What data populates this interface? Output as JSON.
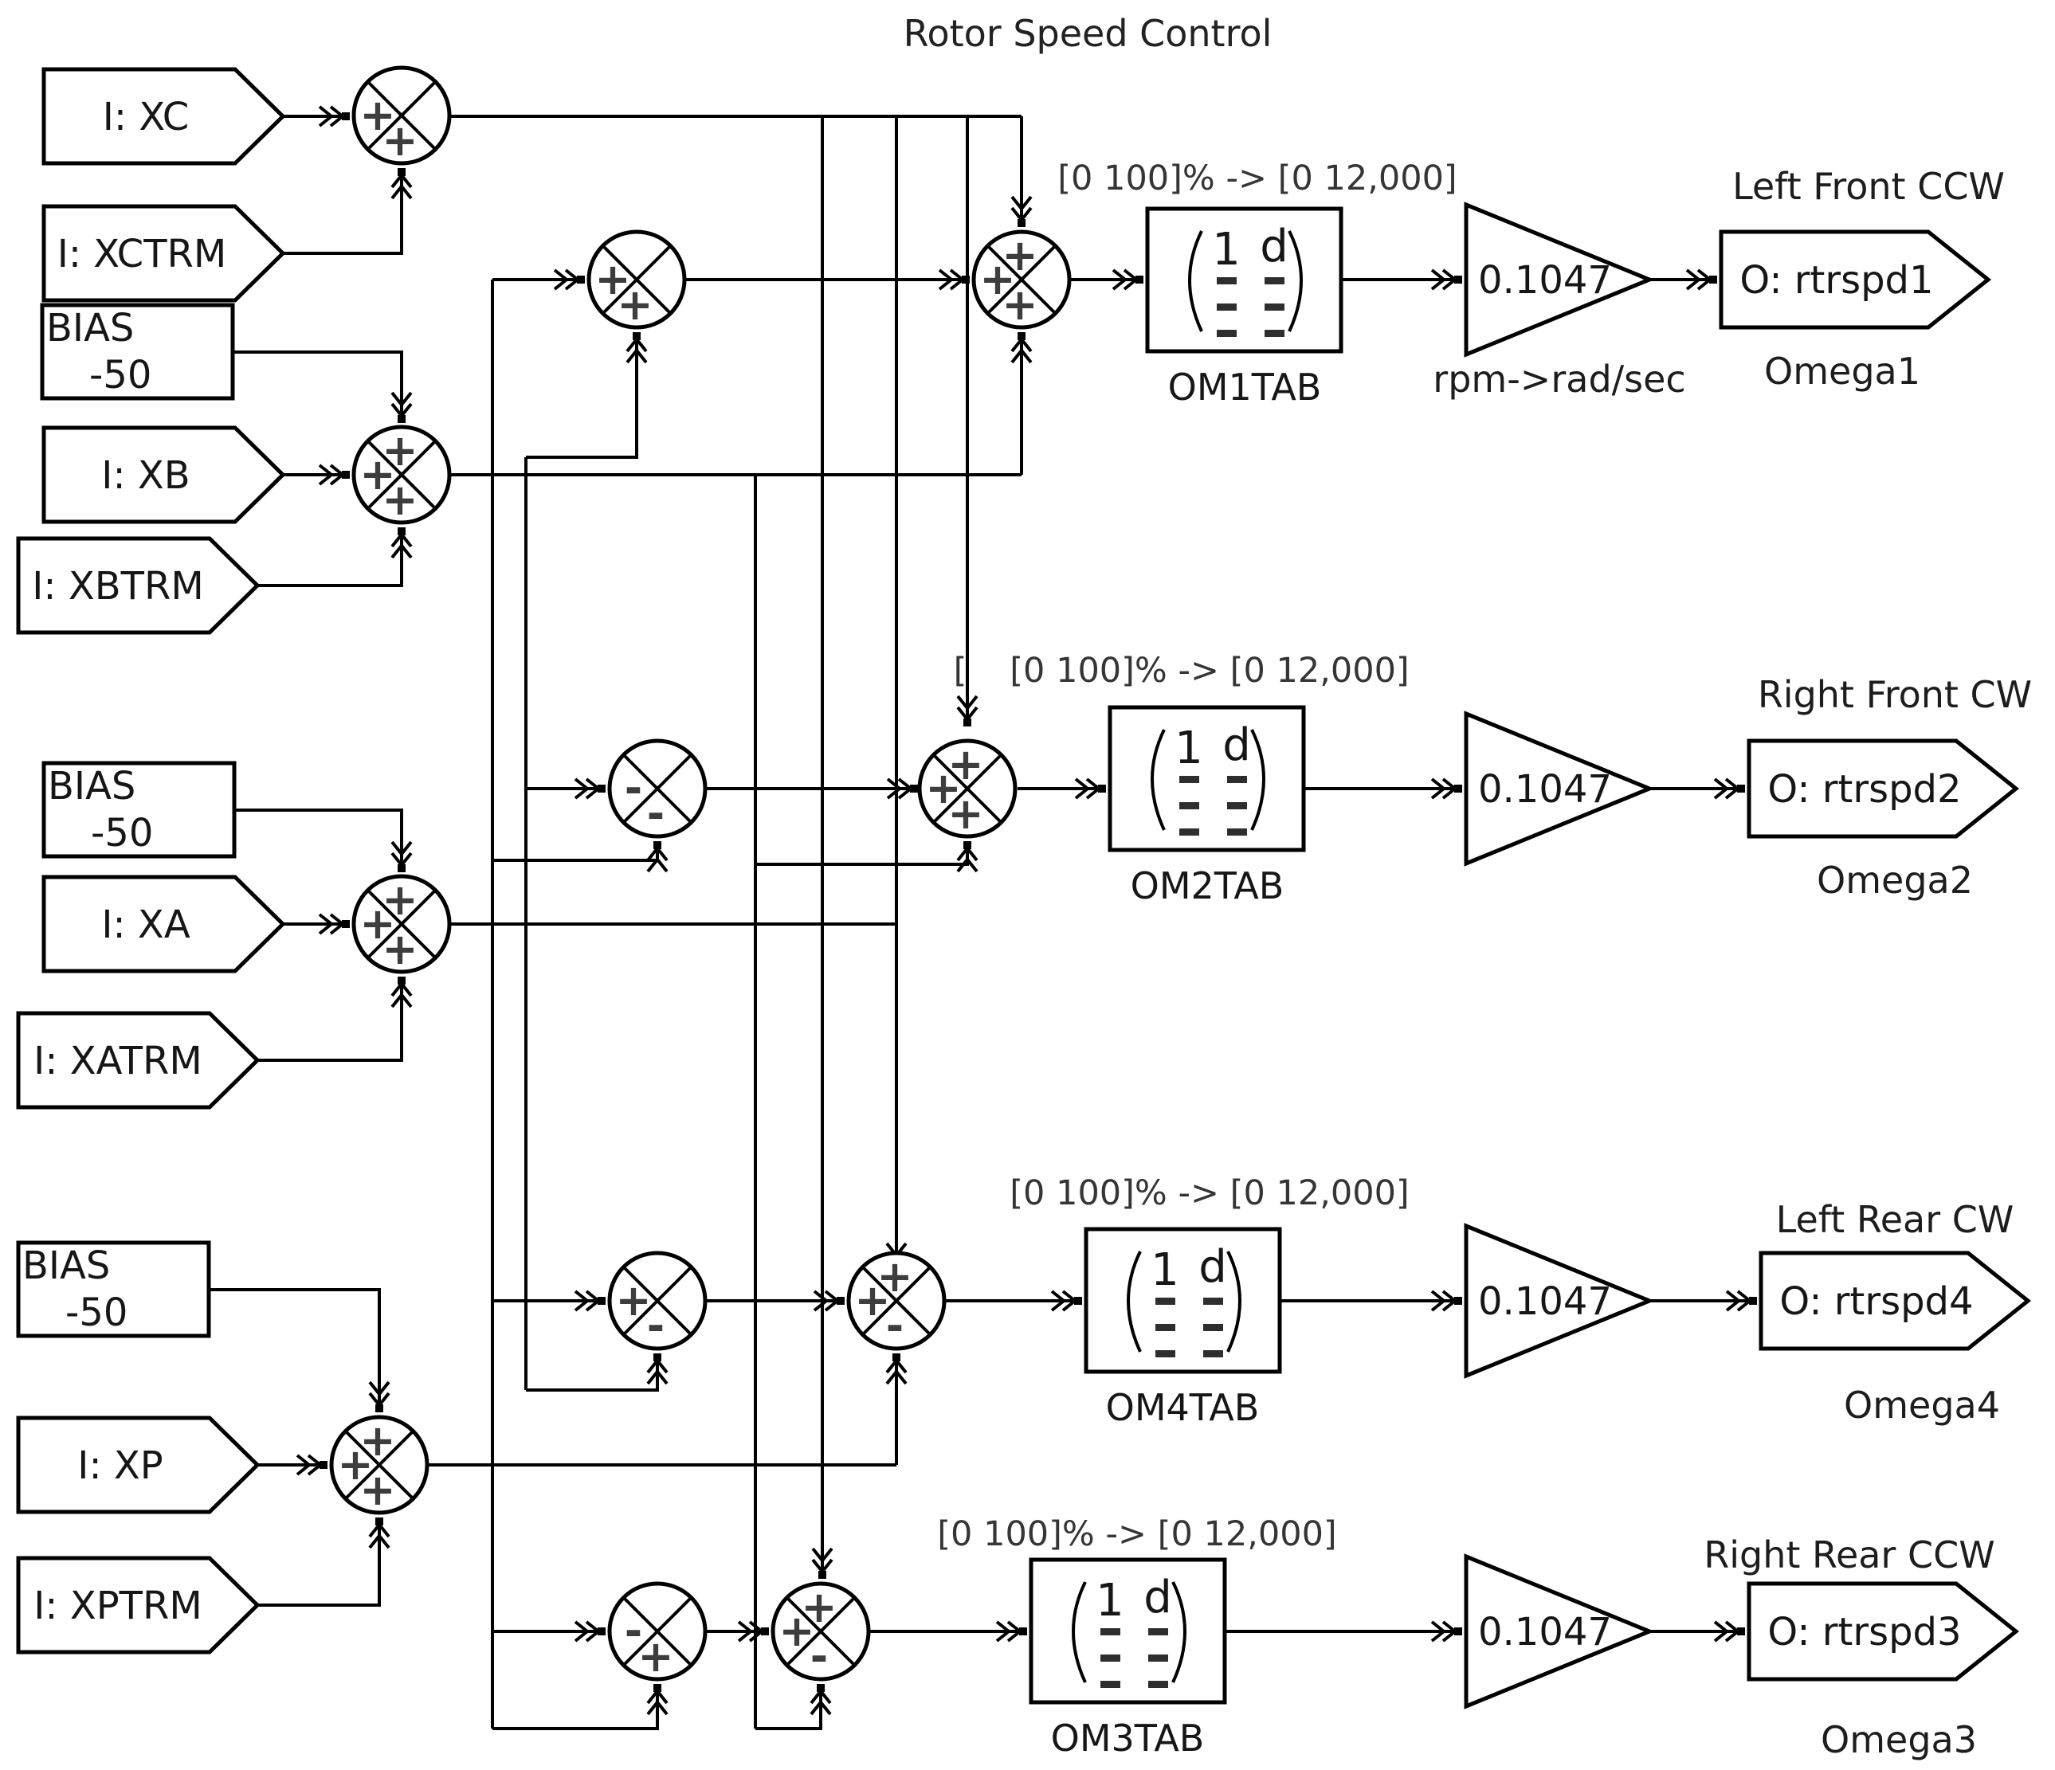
{
  "title": "Rotor Speed Control",
  "inputs": {
    "xc": "I: XC",
    "xctrm": "I: XCTRM",
    "xb": "I: XB",
    "xbtrm": "I: XBTRM",
    "xa": "I: XA",
    "xatrm": "I: XATRM",
    "xp": "I: XP",
    "xptrm": "I: XPTRM",
    "bias_label": "BIAS",
    "bias_value": "-50"
  },
  "junctions": {
    "s1": {
      "w": "+",
      "s": "+"
    },
    "s2": {
      "n": "+",
      "w": "+",
      "s": "+"
    },
    "s3": {
      "n": "+",
      "w": "+",
      "s": "+"
    },
    "s4": {
      "n": "+",
      "w": "+",
      "s": "+"
    },
    "s5": {
      "w": "+",
      "s": "+"
    },
    "s6": {
      "w": "-",
      "s": "-"
    },
    "s7": {
      "w": "+",
      "s": "-"
    },
    "s8": {
      "w": "-",
      "s": "+"
    },
    "sf1": {
      "n": "+",
      "w": "+",
      "s": "+"
    },
    "sf2": {
      "n": "+",
      "w": "+",
      "s": "+"
    },
    "sf3": {
      "n": "+",
      "w": "+",
      "s": "-"
    },
    "sf4": {
      "n": "+",
      "w": "+",
      "s": "-"
    }
  },
  "tables": {
    "header_col1": "1",
    "header_col2": "d",
    "om1": "OM1TAB",
    "om2": "OM2TAB",
    "om4": "OM4TAB",
    "om3": "OM3TAB"
  },
  "gain": {
    "value": "0.1047",
    "unit_note": "rpm->rad/sec"
  },
  "annotations": {
    "range": "[0 100]% -> [0 12,000]",
    "row2_prefix": "["
  },
  "outputs": {
    "o1": {
      "heading": "Left Front CCW",
      "tag": "O: rtrspd1",
      "name": "Omega1"
    },
    "o2": {
      "heading": "Right Front CW",
      "tag": "O: rtrspd2",
      "name": "Omega2"
    },
    "o4": {
      "heading": "Left Rear CW",
      "tag": "O: rtrspd4",
      "name": "Omega4"
    },
    "o3": {
      "heading": "Right Rear CCW",
      "tag": "O: rtrspd3",
      "name": "Omega3"
    }
  }
}
